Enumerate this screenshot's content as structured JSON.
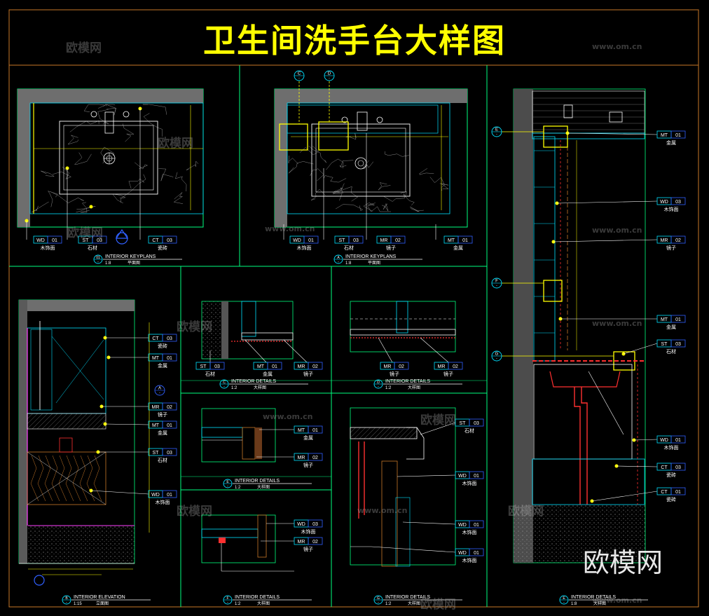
{
  "title": "卫生间洗手台大样图",
  "watermarks": {
    "cn": "欧模网",
    "url": "www.om.cn",
    "badge": "欧模网"
  },
  "colors": {
    "frame": "#c87828",
    "cyan": "#00e0ff",
    "green": "#00ff7f",
    "yellow": "#ffff00",
    "white": "#ffffff",
    "red": "#ff3030",
    "magenta": "#ff40ff",
    "blue": "#3060ff"
  },
  "views": {
    "plan1": {
      "id": "01",
      "sub": "-",
      "caption": "INTERIOR KEYPLANS",
      "scale": "1:8",
      "name": "平面图",
      "tags": [
        [
          "WD",
          "01",
          "木饰面"
        ],
        [
          "ST",
          "03",
          "石材"
        ],
        [
          "CT",
          "03",
          "瓷砖"
        ]
      ]
    },
    "plan2": {
      "id": "A",
      "sub": "-",
      "caption": "INTERIOR KEYPLANS",
      "scale": "1:8",
      "name": "平面图",
      "tags": [
        [
          "WD",
          "01",
          "木饰面"
        ],
        [
          "ST",
          "03",
          "石材"
        ],
        [
          "MR",
          "02",
          "镜子"
        ],
        [
          "MT",
          "01",
          "金属"
        ]
      ],
      "callouts": [
        "C",
        "D"
      ]
    },
    "elev": {
      "id": "B",
      "sub": "-",
      "caption": "INTERIOR ELEVATION",
      "scale": "1:15",
      "name": "立面图",
      "tags": [
        [
          "CT",
          "03",
          "瓷砖"
        ],
        [
          "MT",
          "01",
          "金属"
        ],
        [
          "MR",
          "02",
          "镜子"
        ],
        [
          "MT",
          "01",
          "金属"
        ],
        [
          "ST",
          "03",
          "石材"
        ],
        [
          "WD",
          "01",
          "木饰面"
        ]
      ],
      "marker": "A"
    },
    "detC": {
      "id": "C",
      "sub": "-",
      "caption": "INTERIOR DETAILS",
      "scale": "1:2",
      "name": "大样图",
      "tags": [
        [
          "ST",
          "03",
          "石材"
        ],
        [
          "MT",
          "01",
          "金属"
        ],
        [
          "MR",
          "02",
          "镜子"
        ]
      ]
    },
    "detD": {
      "id": "D",
      "sub": "-",
      "caption": "INTERIOR DETAILS",
      "scale": "1:2",
      "name": "大样图",
      "tags": [
        [
          "MR",
          "02",
          "镜子"
        ],
        [
          "MR",
          "02",
          "镜子"
        ]
      ]
    },
    "detE": {
      "id": "E",
      "sub": "-",
      "caption": "INTERIOR DETAILS",
      "scale": "1:2",
      "name": "大样图",
      "tags": [
        [
          "MT",
          "01",
          "金属"
        ],
        [
          "MR",
          "02",
          "镜子"
        ]
      ]
    },
    "detF": {
      "id": "F",
      "sub": "-",
      "caption": "INTERIOR DETAILS",
      "scale": "1:2",
      "name": "大样图",
      "tags": [
        [
          "WD",
          "03",
          "木饰面"
        ],
        [
          "MR",
          "02",
          "镜子"
        ]
      ]
    },
    "detG": {
      "id": "G",
      "sub": "-",
      "caption": "INTERIOR DETAILS",
      "scale": "1:2",
      "name": "大样图",
      "tags": [
        [
          "ST",
          "03",
          "石材"
        ],
        [
          "WD",
          "01",
          "木饰面"
        ],
        [
          "WD",
          "01",
          "木饰面"
        ],
        [
          "WD",
          "01",
          "木饰面"
        ]
      ]
    },
    "sect": {
      "id": "E",
      "sub": "-",
      "caption": "INTERIOR DETAILS",
      "scale": "1:8",
      "name": "大样图",
      "tags": [
        [
          "MT",
          "01",
          "金属"
        ],
        [
          "WD",
          "03",
          "木饰面"
        ],
        [
          "MR",
          "02",
          "镜子"
        ],
        [
          "MT",
          "01",
          "金属"
        ],
        [
          "ST",
          "03",
          "石材"
        ],
        [
          "WD",
          "01",
          "木饰面"
        ],
        [
          "CT",
          "03",
          "瓷砖"
        ],
        [
          "CT",
          "01",
          "瓷砖"
        ]
      ],
      "callouts": [
        "E",
        "F",
        "G"
      ]
    }
  }
}
